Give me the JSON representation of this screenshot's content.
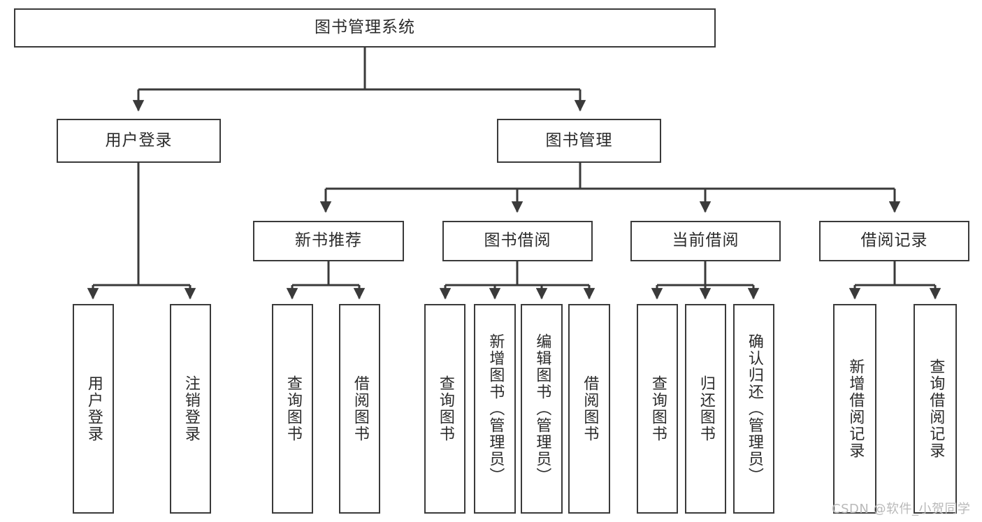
{
  "diagram": {
    "title": "图书管理系统",
    "type": "hierarchy-tree",
    "colors": {
      "box_border": "#3a3a3a",
      "box_fill": "#ffffff",
      "line": "#3a3a3a",
      "text": "#2b2b2b",
      "watermark": "#b9b9b9",
      "background": "#ffffff"
    },
    "levels": {
      "root": {
        "label": "图书管理系统"
      },
      "level1": [
        {
          "label": "用户登录"
        },
        {
          "label": "图书管理"
        }
      ],
      "level2": [
        {
          "label": "新书推荐"
        },
        {
          "label": "图书借阅"
        },
        {
          "label": "当前借阅"
        },
        {
          "label": "借阅记录"
        }
      ],
      "leaves": {
        "user_login": [
          {
            "label": "用户登录"
          },
          {
            "label": "注销登录"
          }
        ],
        "new_book_recommend": [
          {
            "label": "查询图书"
          },
          {
            "label": "借阅图书"
          }
        ],
        "book_borrow": [
          {
            "label": "查询图书"
          },
          {
            "label": "新增图书（管理员）"
          },
          {
            "label": "编辑图书（管理员）"
          },
          {
            "label": "借阅图书"
          }
        ],
        "current_borrow": [
          {
            "label": "查询图书"
          },
          {
            "label": "归还图书"
          },
          {
            "label": "确认归还（管理员）"
          }
        ],
        "borrow_record": [
          {
            "label": "新增借阅记录"
          },
          {
            "label": "查询借阅记录"
          }
        ]
      }
    },
    "watermark": "CSDN @软件_小贺同学"
  }
}
